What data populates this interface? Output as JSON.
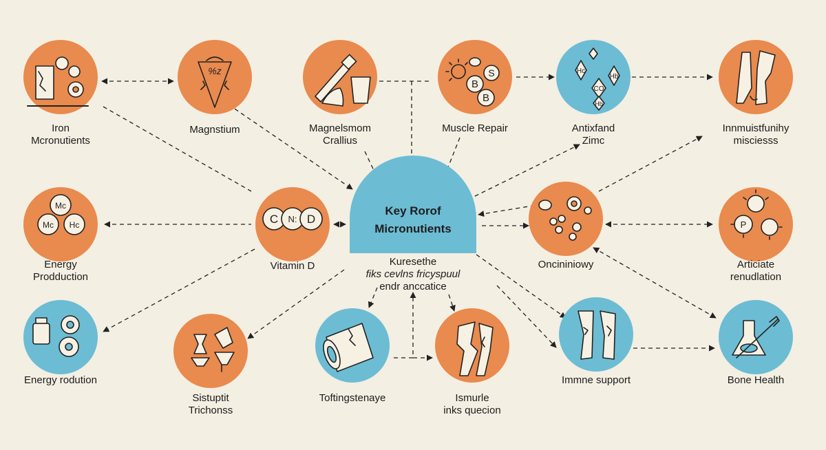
{
  "colors": {
    "background": "#f3efe2",
    "orange": "#e98a4e",
    "blue": "#6cbcd4",
    "ink": "#222222",
    "icon_fill": "#f7f1e4"
  },
  "hub": {
    "title": "Key Rorof\nMicronutients",
    "subtitle_lines": [
      "Kuresethe",
      "fiks cevlns fricyspuul",
      "endr anccatice"
    ]
  },
  "nodes": [
    {
      "id": "iron",
      "color": "orange",
      "icon": "tools-gears-icon",
      "label": "Iron\nMcronutients"
    },
    {
      "id": "magnstium",
      "color": "orange",
      "icon": "lightning-shield-icon",
      "label": "Magnstium"
    },
    {
      "id": "magnelsmom",
      "color": "orange",
      "icon": "pipette-cup-icon",
      "label": "Magnelsmom\nCrallius"
    },
    {
      "id": "muscle-repair",
      "color": "orange",
      "icon": "sun-vitamin-icon",
      "label": "Muscle Repair"
    },
    {
      "id": "antixfand",
      "color": "blue",
      "icon": "molecule-icon",
      "label": "Antixfand\nZimc"
    },
    {
      "id": "innmuistfunihy",
      "color": "orange",
      "icon": "broken-bone-icon",
      "label": "Innmuistfunihy\nmisciesss"
    },
    {
      "id": "energy-prod",
      "color": "orange",
      "icon": "element-circles-icon",
      "label": "Energy\nProdduction"
    },
    {
      "id": "vitamin-d",
      "color": "orange",
      "icon": "cnd-chain-icon",
      "label": "Vitamin D"
    },
    {
      "id": "oncininiowy",
      "color": "orange",
      "icon": "cells-icon",
      "label": "Oncininiowy"
    },
    {
      "id": "articiate",
      "color": "orange",
      "icon": "virus-icon",
      "label": "Articiate\nrenudlation"
    },
    {
      "id": "energy-rodution",
      "color": "blue",
      "icon": "bottle-gears-icon",
      "label": "Energy rodution"
    },
    {
      "id": "sistuptit",
      "color": "orange",
      "icon": "funnels-icon",
      "label": "Sistuptit\nTrichonss"
    },
    {
      "id": "toftingstenaye",
      "color": "blue",
      "icon": "scroll-icon",
      "label": "Toftingstenaye"
    },
    {
      "id": "ismurle",
      "color": "orange",
      "icon": "fracture-icon",
      "label": "Ismurle\ninks quecion"
    },
    {
      "id": "immune",
      "color": "blue",
      "icon": "bone-pair-icon",
      "label": "Immne support"
    },
    {
      "id": "bone-health",
      "color": "blue",
      "icon": "flask-tool-icon",
      "label": "Bone Health"
    }
  ],
  "icon_texts": {
    "magnstium": "%z",
    "muscle_b1": "B",
    "muscle_b2": "B",
    "muscle_s": "S",
    "antix_hc": "Hc",
    "antix_co": "CO",
    "antix_hb1": "Hb",
    "antix_hb2": "Hb",
    "energy_mc": "Mc",
    "energy_mc2": "Mc",
    "energy_hc": "Hc",
    "vit_c": "C",
    "vit_n": "N:",
    "vit_d": "D",
    "art_p": "P"
  }
}
